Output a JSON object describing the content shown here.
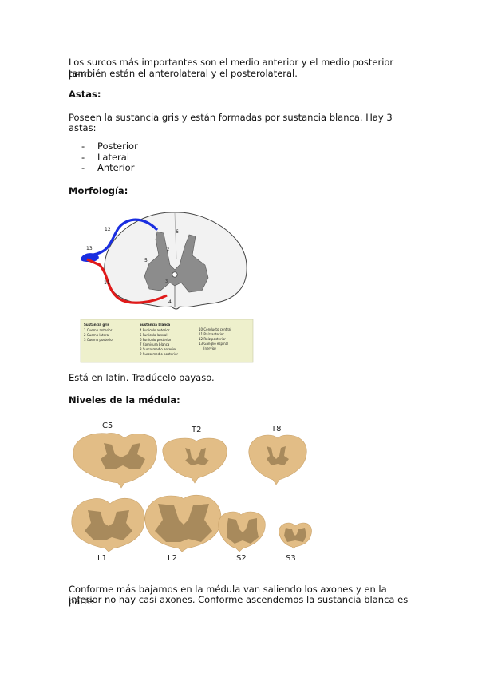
{
  "paragraphs": {
    "intro_line1": "Los surcos más importantes son el medio anterior y el medio posterior pero",
    "intro_line2": "también están el anterolateral y el posterolateral.",
    "astas_text_line1": "Poseen la sustancia gris y están formadas por sustancia blanca. Hay 3",
    "astas_text_line2": "astas:",
    "latin_note": "Está en latín. Tradúcelo payaso.",
    "closing_line1": "Conforme más bajamos en la médula van saliendo los axones y en la parte",
    "closing_line2": "inferior no hay casi axones. Conforme ascendemos la sustancia blanca es"
  },
  "headings": {
    "astas": "Astas:",
    "morfologia": "Morfología:",
    "niveles": "Niveles de la médula:"
  },
  "astas_list": [
    "Posterior",
    "Lateral",
    "Anterior"
  ],
  "morphology_figure": {
    "numbers": {
      "n12": "12",
      "n13": "13",
      "n11": "11",
      "n6": "6",
      "n5": "5",
      "n4": "4",
      "n2": "2",
      "n3": "3"
    },
    "legend": {
      "col1_title": "Sustancia gris",
      "col1_items": [
        "1 Cuerno anterior",
        "2 Cuerno lateral",
        "3 Cuerno posterior"
      ],
      "col2_title": "Sustancia blanca",
      "col2_items": [
        "4 Funículo anterior",
        "5 Funículo lateral",
        "6 Funículo posterior",
        "7 Comisura blanca",
        "8 Surco medio anterior",
        "9 Surco medio posterior"
      ],
      "col3_items": [
        "10 Conducto central",
        "11 Raíz anterior",
        "12 Raíz posterior",
        "13 Ganglio espinal",
        "(nervio)"
      ]
    },
    "colors": {
      "posterior_root": "#1a2ee0",
      "anterior_root": "#e01a1a",
      "gray_matter": "#8c8c8c",
      "legend_bg": "#eef0cc"
    }
  },
  "levels_figure": {
    "labels": [
      "C5",
      "T2",
      "T8",
      "L1",
      "L2",
      "S2",
      "S3"
    ],
    "colors": {
      "white_matter": "#e2bd86",
      "gray_matter": "#a88a5c"
    }
  }
}
